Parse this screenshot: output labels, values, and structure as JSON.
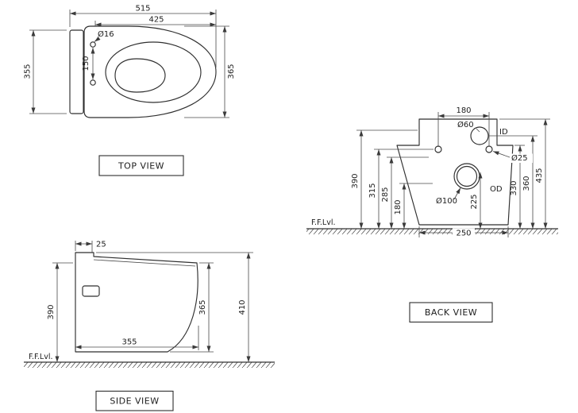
{
  "colors": {
    "line": "#2f2f2f",
    "dim_line": "#4a4a4a",
    "text": "#1d1d1d",
    "background": "#ffffff"
  },
  "top_view": {
    "label": "TOP VIEW",
    "dims": {
      "overall_length": "515",
      "bowl_length": "425",
      "hinge_hole_dia": "Ø16",
      "hinge_hole_spacing": "150",
      "overall_width": "355",
      "bowl_width": "365"
    }
  },
  "side_view": {
    "label": "SIDE VIEW",
    "floor_label": "F.F.Lvl.",
    "dims": {
      "lid_offset": "25",
      "body_height": "390",
      "rim_height": "365",
      "overall_height": "410",
      "base_length": "355"
    }
  },
  "back_view": {
    "label": "BACK VIEW",
    "floor_label": "F.F.Lvl.",
    "dims": {
      "fixing_hole_spacing": "180",
      "inlet_dia": "Ø60",
      "inlet_tag": "ID",
      "fixing_hole_dia": "Ø25",
      "height_390": "390",
      "height_315": "315",
      "height_285": "285",
      "height_180": "180",
      "outlet_dia": "Ø100",
      "outlet_tag": "OD",
      "height_225": "225",
      "height_330": "330",
      "height_360": "360",
      "height_435": "435",
      "base_width": "250"
    }
  }
}
